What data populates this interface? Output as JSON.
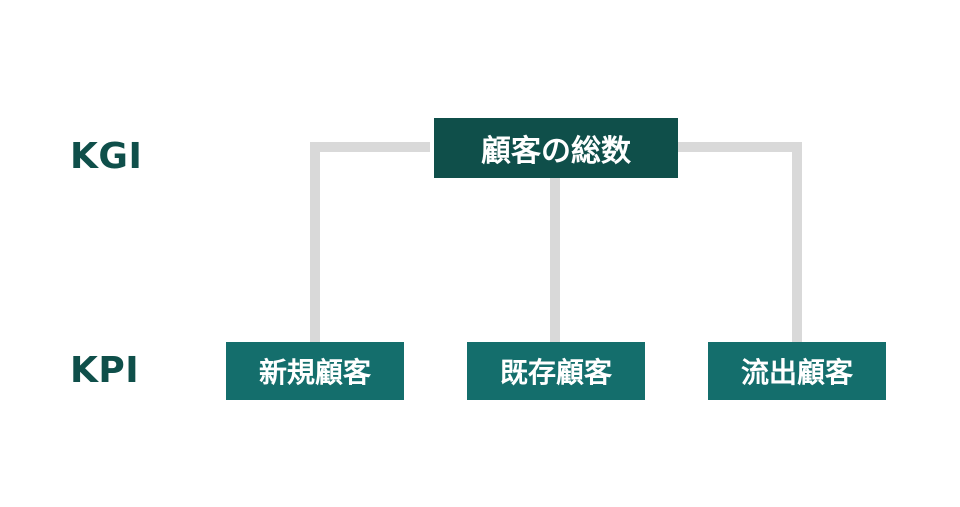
{
  "levels": {
    "kgi": "KGI",
    "kpi": "KPI"
  },
  "tree": {
    "root": "顧客の総数",
    "children": [
      "新規顧客",
      "既存顧客",
      "流出顧客"
    ]
  },
  "colors": {
    "root_fill": "#0f4f4a",
    "child_fill": "#146e6c",
    "label_text": "#0f4f4a",
    "connector": "#d9d9d9",
    "background": "#ffffff"
  }
}
